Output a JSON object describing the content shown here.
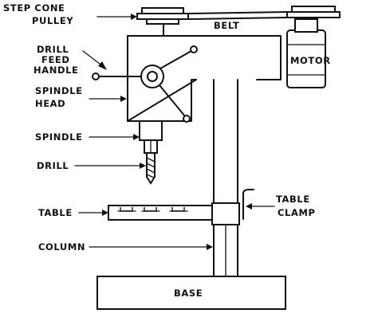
{
  "labels": {
    "step_cone_1": "STEP CONE",
    "step_cone_2": "PULLEY",
    "belt": "BELT",
    "motor": "MOTOR",
    "drill_feed_1": "DRILL",
    "drill_feed_2": "FEED",
    "drill_feed_3": "HANDLE",
    "spindle_head_1": "SPINDLE",
    "spindle_head_2": "HEAD",
    "spindle": "SPINDLE",
    "drill": "DRILL",
    "table": "TABLE",
    "table_clamp_1": "TABLE",
    "table_clamp_2": "CLAMP",
    "column": "COLUMN",
    "base": "BASE"
  }
}
